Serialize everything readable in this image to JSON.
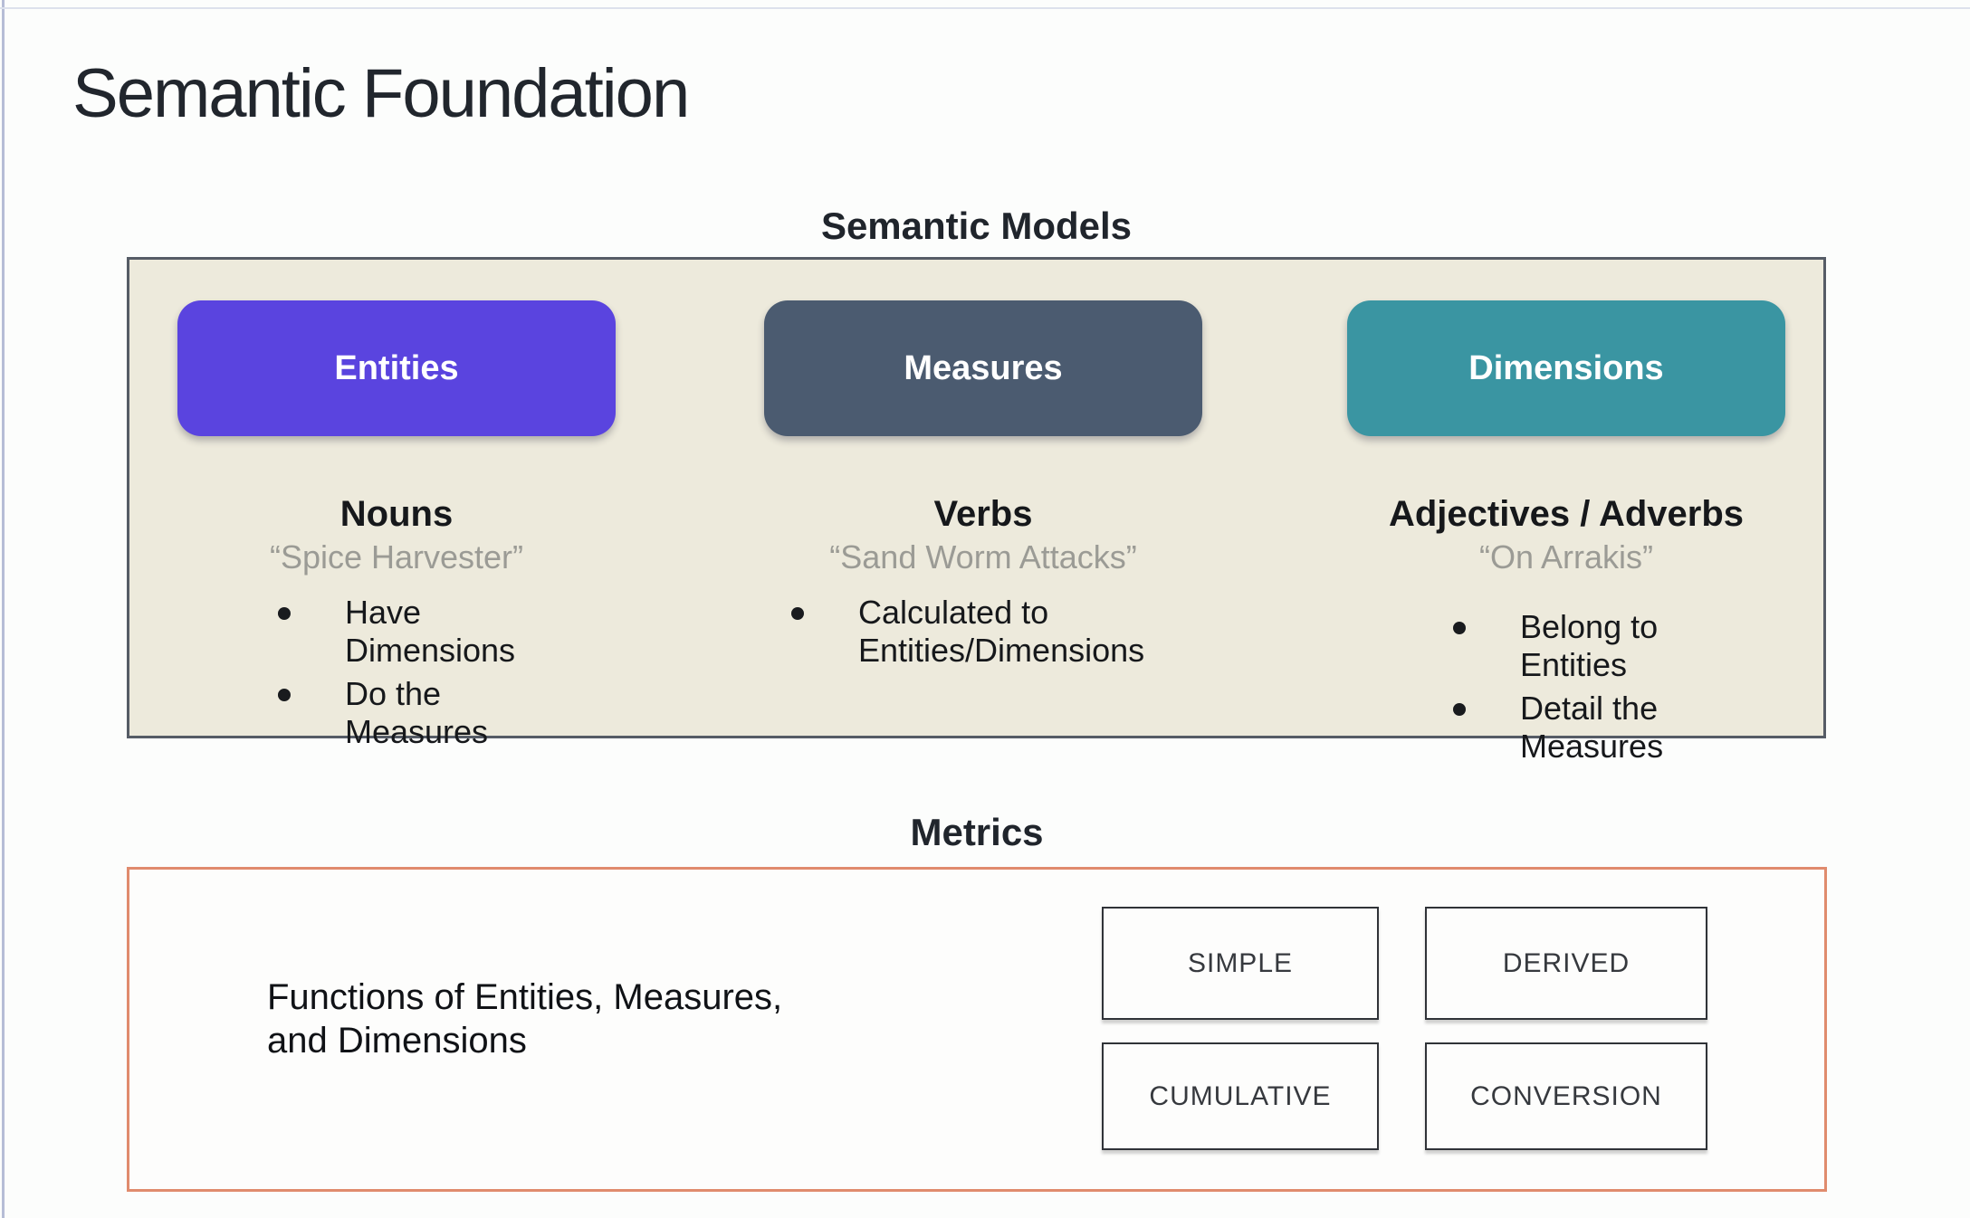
{
  "slide": {
    "title": "Semantic Foundation"
  },
  "semantic_models": {
    "heading": "Semantic Models",
    "columns": [
      {
        "button_label": "Entities",
        "button_color": "#5a44df",
        "role": "Nouns",
        "example": "“Spice Harvester”",
        "bullets": [
          "Have Dimensions",
          "Do the Measures"
        ]
      },
      {
        "button_label": "Measures",
        "button_color": "#4b5b70",
        "role": "Verbs",
        "example": "“Sand Worm Attacks”",
        "bullets": [
          "Calculated to Entities/Dimensions"
        ]
      },
      {
        "button_label": "Dimensions",
        "button_color": "#3a95a2",
        "role": "Adjectives / Adverbs",
        "example": "“On Arrakis”",
        "bullets": [
          "Belong to Entities",
          "Detail the Measures"
        ]
      }
    ]
  },
  "metrics": {
    "heading": "Metrics",
    "description_lines": [
      "Functions of Entities, Measures,",
      "and Dimensions"
    ],
    "types": [
      "SIMPLE",
      "DERIVED",
      "CUMULATIVE",
      "CONVERSION"
    ]
  },
  "colors": {
    "models_panel_bg": "#edeadc",
    "models_panel_border": "#565c66",
    "metrics_panel_border": "#e08b6d",
    "entities_button": "#5a44df",
    "measures_button": "#4b5b70",
    "dimensions_button": "#3a95a2"
  }
}
